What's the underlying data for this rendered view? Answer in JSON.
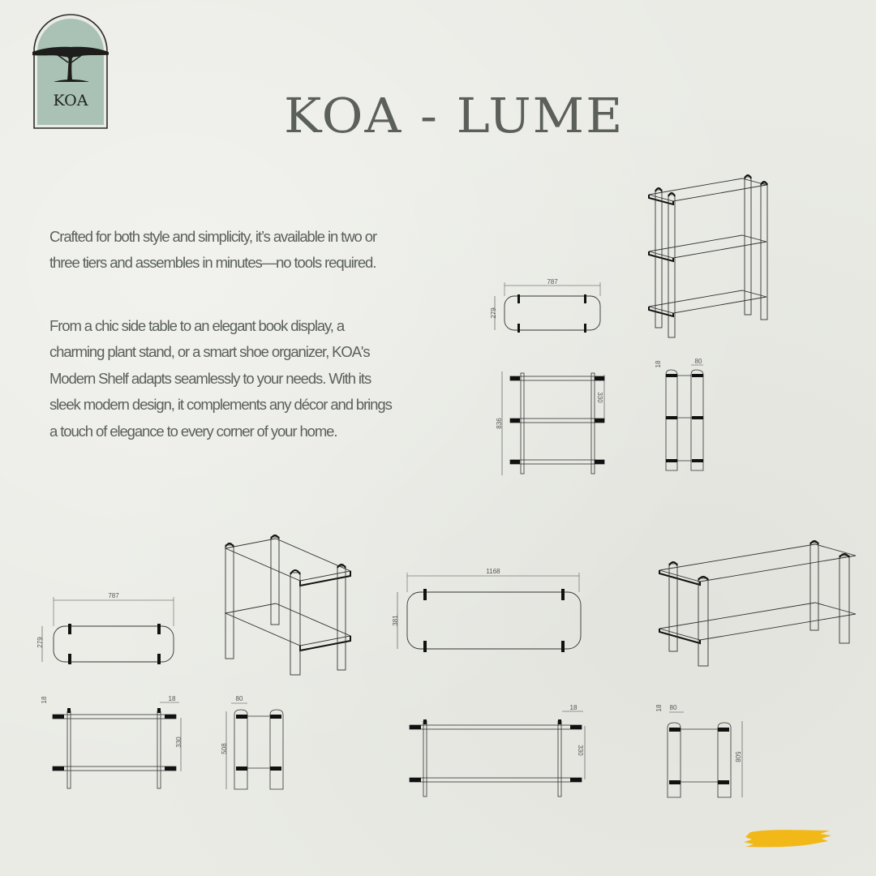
{
  "brand": {
    "logo_text": "KOA",
    "logo_icon": "acacia-tree-icon",
    "logo_bg": "#a9c2b5"
  },
  "header": {
    "title": "KOA - LUME"
  },
  "description": {
    "paragraph_1": "Crafted for both style and simplicity, it’s available in two or three tiers and assembles in minutes—no tools required.",
    "paragraph_2": "From a chic side table to an elegant book display, a charming plant stand, or a smart shoe organizer, KOA's Modern Shelf adapts seamlessly to your needs. With its sleek modern design, it complements any décor and brings a touch of elegance to every corner of your home."
  },
  "drawings": {
    "three_tier": {
      "top_view": {
        "width": "787",
        "depth": "279"
      },
      "front_view": {
        "height": "836",
        "shelf_gap": "330"
      },
      "side_view": {
        "thickness": "18",
        "leg_width": "80"
      }
    },
    "two_tier_small": {
      "top_view": {
        "width": "787",
        "depth": "279"
      },
      "front_view": {
        "thickness_left": "18",
        "thickness_right": "18",
        "shelf_gap": "330"
      },
      "side_view": {
        "leg_width": "80",
        "height": "508"
      }
    },
    "two_tier_wide": {
      "top_view": {
        "width": "1168",
        "depth": "381"
      },
      "front_view": {
        "thickness": "18",
        "shelf_gap": "330"
      },
      "side_view": {
        "thickness": "18",
        "leg_width": "80",
        "height": "508"
      }
    }
  },
  "accent": {
    "brush_color": "#f2b818",
    "text_color": "#5b605c"
  }
}
